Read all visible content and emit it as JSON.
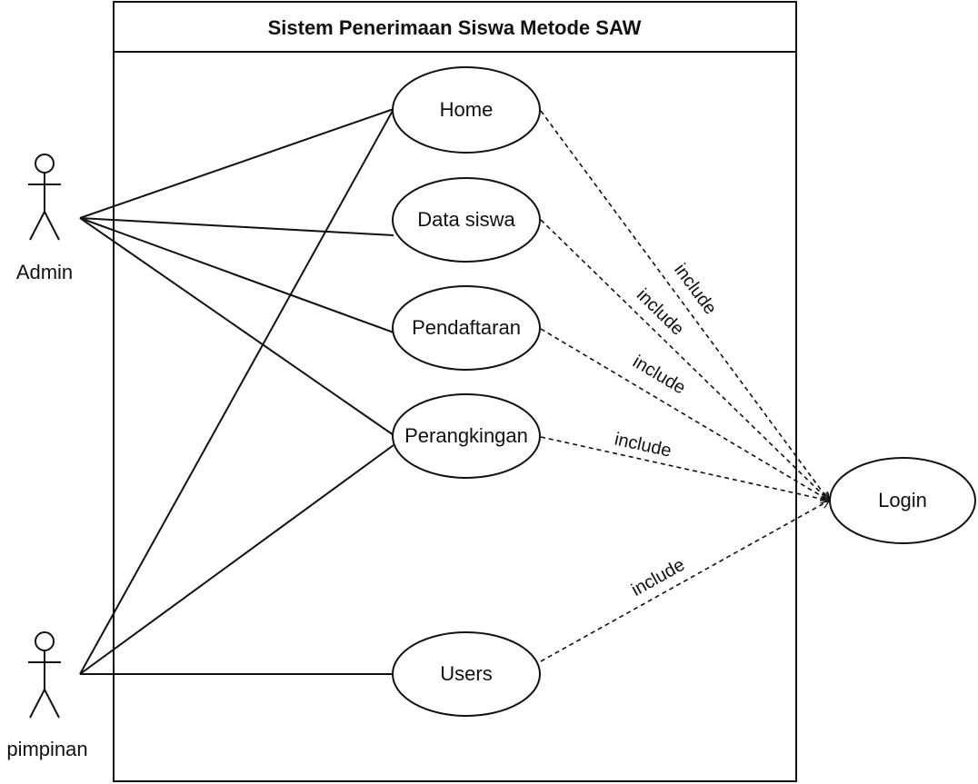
{
  "system": {
    "title": "Sistem Penerimaan Siswa Metode SAW"
  },
  "actors": [
    {
      "id": "admin",
      "label": "Admin"
    },
    {
      "id": "pimpinan",
      "label": "pimpinan"
    }
  ],
  "use_cases": [
    {
      "id": "home",
      "label": "Home"
    },
    {
      "id": "data_siswa",
      "label": "Data siswa"
    },
    {
      "id": "pendaftaran",
      "label": "Pendaftaran"
    },
    {
      "id": "perangkingan",
      "label": "Perangkingan"
    },
    {
      "id": "users",
      "label": "Users"
    },
    {
      "id": "login",
      "label": "Login"
    }
  ],
  "associations": [
    {
      "actor": "admin",
      "use_case": "home"
    },
    {
      "actor": "admin",
      "use_case": "data_siswa"
    },
    {
      "actor": "admin",
      "use_case": "pendaftaran"
    },
    {
      "actor": "admin",
      "use_case": "perangkingan"
    },
    {
      "actor": "pimpinan",
      "use_case": "home"
    },
    {
      "actor": "pimpinan",
      "use_case": "perangkingan"
    },
    {
      "actor": "pimpinan",
      "use_case": "users"
    }
  ],
  "includes": [
    {
      "from": "home",
      "to": "login",
      "label": "include"
    },
    {
      "from": "data_siswa",
      "to": "login",
      "label": "include"
    },
    {
      "from": "pendaftaran",
      "to": "login",
      "label": "include"
    },
    {
      "from": "perangkingan",
      "to": "login",
      "label": "include"
    },
    {
      "from": "users",
      "to": "login",
      "label": "include"
    }
  ]
}
